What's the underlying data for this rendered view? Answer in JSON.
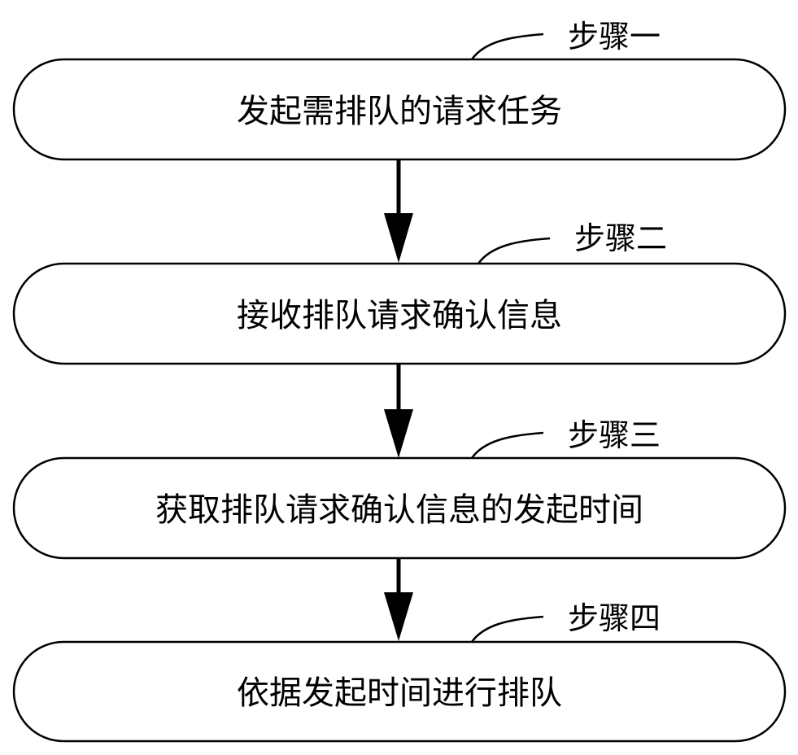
{
  "diagram": {
    "steps": [
      {
        "tag": "步骤一",
        "text": "发起需排队的请求任务"
      },
      {
        "tag": "步骤二",
        "text": "接收排队请求确认信息"
      },
      {
        "tag": "步骤三",
        "text": "获取排队请求确认信息的发起时间"
      },
      {
        "tag": "步骤四",
        "text": "依据发起时间进行排队"
      }
    ]
  }
}
